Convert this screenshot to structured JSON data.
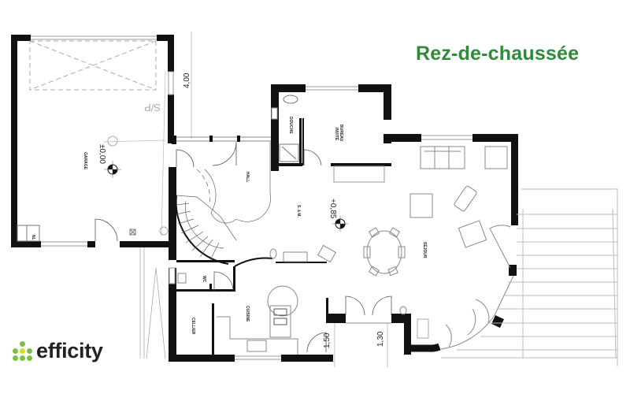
{
  "plan": {
    "title": "Rez-de-chaussée",
    "title_color": "#2f8a3a",
    "rooms": {
      "garage": "GARAGE",
      "hall": "HALL",
      "douche": "DOUCHE",
      "bureau": "BUREAU",
      "bureau_sub": "INVITÉ",
      "salle_a_manger": "S. à M.",
      "sejour": "SÉJOUR",
      "cuisine": "CUISINE",
      "cellier": "CELLIER",
      "wc": "WC",
      "nl": "NL"
    },
    "levels": {
      "garage": "±0,00",
      "living": "+0,85"
    },
    "dimensions": {
      "garage_depth": "4,00",
      "entry_left": "1,50",
      "entry_right": "1,30"
    },
    "annotation": "S/P"
  },
  "brand": {
    "name": "efficity",
    "dot_colors": [
      "#7ac143",
      "#7ac143",
      "#7ac143",
      "#7ac143",
      "#d4e021",
      "#7ac143",
      "#7ac143",
      "#7ac143",
      "#7ac143"
    ]
  }
}
